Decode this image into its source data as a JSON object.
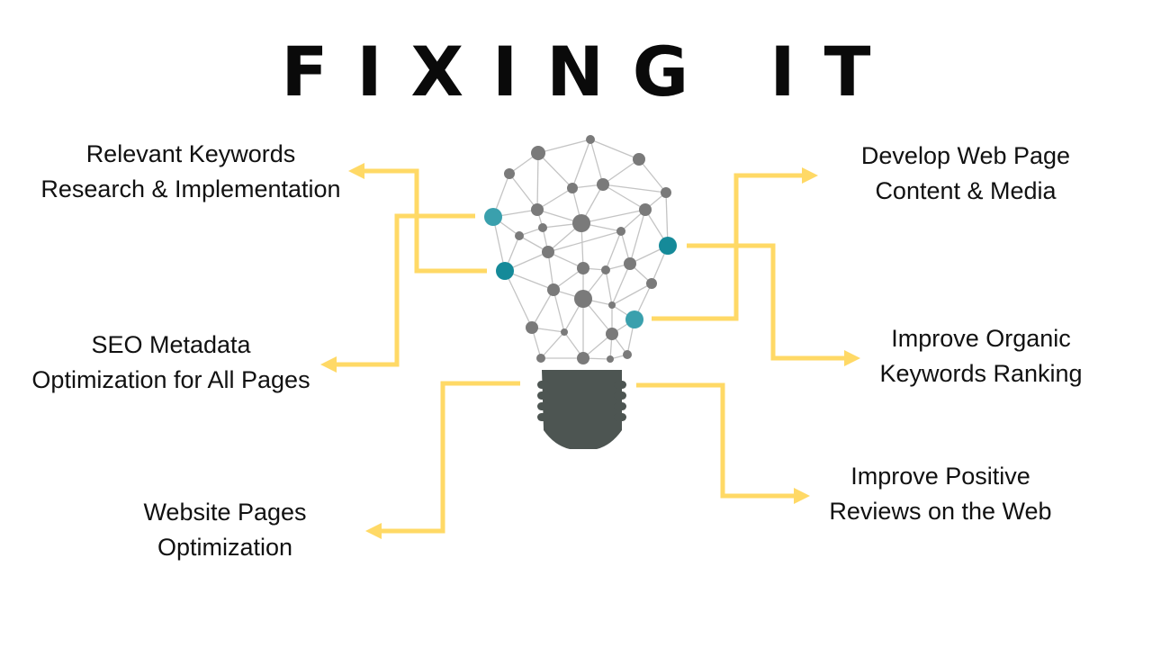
{
  "title": "FIXING IT",
  "labels": {
    "keywords_research": [
      "Relevant Keywords",
      "Research & Implementation"
    ],
    "seo_metadata": [
      "SEO Metadata",
      "Optimization for All Pages"
    ],
    "pages_optimization": [
      "Website Pages",
      "Optimization"
    ],
    "web_content": [
      "Develop Web Page",
      "Content & Media"
    ],
    "organic_ranking": [
      "Improve Organic",
      "Keywords Ranking"
    ],
    "positive_reviews": [
      "Improve Positive",
      "Reviews on the Web"
    ]
  },
  "colors": {
    "arrow": "#ffd966",
    "node": "#7a7a7a",
    "edge": "#c4c4c4",
    "accent_teal": "#3aa0ad",
    "accent_teal_dark": "#158a99",
    "bulb_base": "#4d5552"
  },
  "icons": {
    "bulb": "network-lightbulb-icon"
  }
}
